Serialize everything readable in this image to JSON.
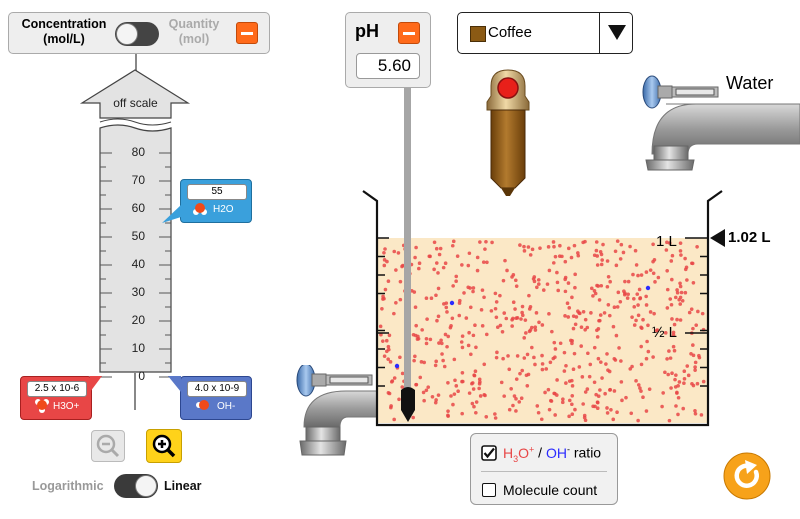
{
  "units_toggle": {
    "left_label": "Concentration\n(mol/L)",
    "right_label": "Quantity\n(mol)",
    "selected": "left"
  },
  "graph": {
    "offscale_label": "off scale",
    "ticks": [
      "80",
      "70",
      "60",
      "50",
      "40",
      "30",
      "20",
      "10",
      "0"
    ],
    "h2o": {
      "value": "55",
      "label": "H2O"
    },
    "h3o": {
      "value": "2.5 x 10-6",
      "label": "H3O+"
    },
    "oh": {
      "value": "4.0 x 10-9",
      "label": "OH-"
    }
  },
  "scale_toggle": {
    "left_label": "Logarithmic",
    "right_label": "Linear",
    "selected": "right"
  },
  "ph_meter": {
    "title": "pH",
    "value": "5.60"
  },
  "solute": {
    "selected": "Coffee",
    "swatch_color": "#8b5a14"
  },
  "water_label": "Water",
  "beaker": {
    "volume_readout": "1.02 L",
    "mark_1L": "1 L",
    "mark_half": "½ L"
  },
  "checkboxes": {
    "ratio": {
      "checked": true,
      "h3o": "H3O+",
      "sep": " / ",
      "oh": "OH-",
      "suffix": " ratio"
    },
    "count": {
      "checked": false,
      "label": "Molecule count"
    }
  },
  "colors": {
    "h3o": "#e84646",
    "oh": "#2b2bff",
    "orange": "#ff6a1a",
    "solution": "#fbe8c6"
  }
}
